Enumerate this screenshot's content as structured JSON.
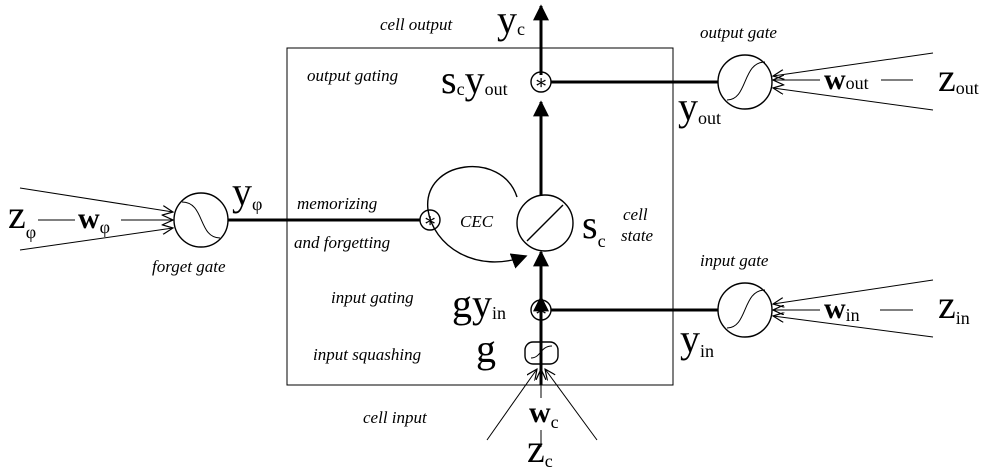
{
  "labels": {
    "cell_output": "cell output",
    "output_gate": "output gate",
    "output_gating": "output gating",
    "memorizing": "memorizing",
    "and_forgetting": "and forgetting",
    "cec": "CEC",
    "cell": "cell",
    "state": "state",
    "forget_gate": "forget gate",
    "input_gate": "input gate",
    "input_gating": "input gating",
    "input_squashing": "input squashing",
    "cell_input": "cell input"
  },
  "symbols": {
    "y": "y",
    "c": "c",
    "s": "s",
    "g": "g",
    "z": "z",
    "w": "w",
    "out": "out",
    "in": "in",
    "phi": "φ"
  }
}
